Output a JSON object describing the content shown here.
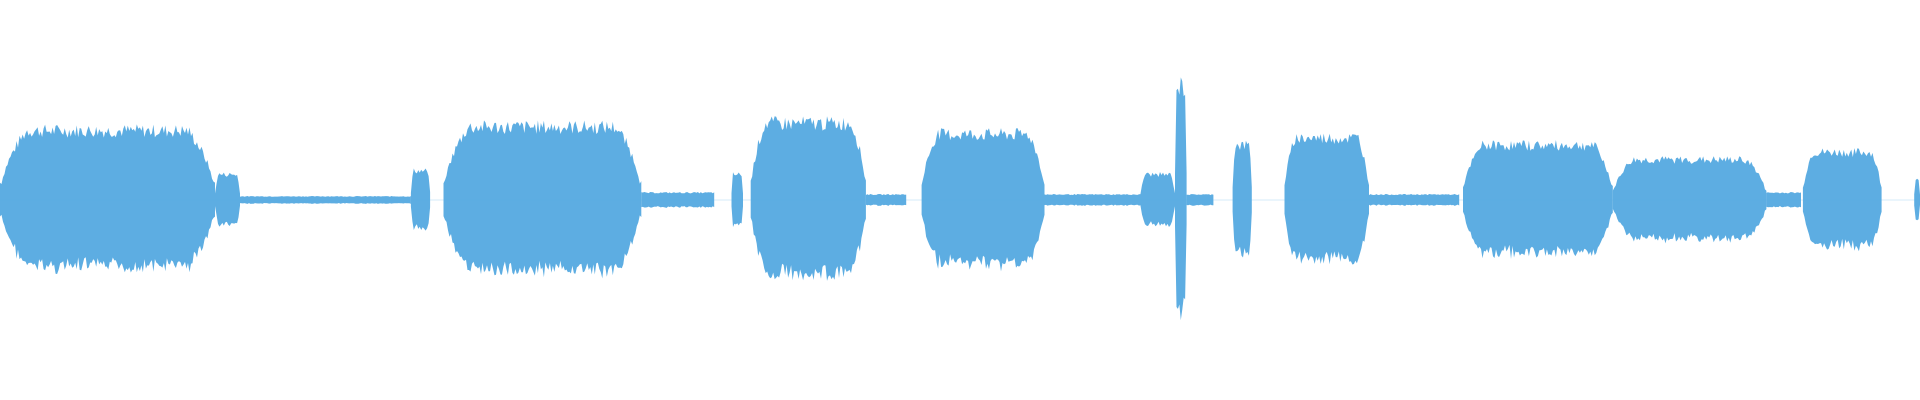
{
  "waveform": {
    "color": "#5dade2",
    "segments": [
      {
        "start": 0.0,
        "end": 0.112,
        "level": 0.38
      },
      {
        "start": 0.112,
        "end": 0.125,
        "level": 0.14
      },
      {
        "start": 0.125,
        "end": 0.214,
        "level": 0.02
      },
      {
        "start": 0.214,
        "end": 0.224,
        "level": 0.16
      },
      {
        "start": 0.231,
        "end": 0.334,
        "level": 0.4
      },
      {
        "start": 0.334,
        "end": 0.372,
        "level": 0.04
      },
      {
        "start": 0.381,
        "end": 0.387,
        "level": 0.14
      },
      {
        "start": 0.391,
        "end": 0.451,
        "level": 0.42
      },
      {
        "start": 0.451,
        "end": 0.472,
        "level": 0.03
      },
      {
        "start": 0.48,
        "end": 0.544,
        "level": 0.36
      },
      {
        "start": 0.544,
        "end": 0.594,
        "level": 0.03
      },
      {
        "start": 0.594,
        "end": 0.612,
        "level": 0.14
      },
      {
        "start": 0.612,
        "end": 0.618,
        "level": 0.62
      },
      {
        "start": 0.618,
        "end": 0.632,
        "level": 0.03
      },
      {
        "start": 0.642,
        "end": 0.652,
        "level": 0.3
      },
      {
        "start": 0.669,
        "end": 0.713,
        "level": 0.34
      },
      {
        "start": 0.713,
        "end": 0.76,
        "level": 0.03
      },
      {
        "start": 0.762,
        "end": 0.84,
        "level": 0.3
      },
      {
        "start": 0.84,
        "end": 0.92,
        "level": 0.22
      },
      {
        "start": 0.92,
        "end": 0.938,
        "level": 0.04
      },
      {
        "start": 0.939,
        "end": 0.98,
        "level": 0.26
      },
      {
        "start": 0.997,
        "end": 1.0,
        "level": 0.12
      }
    ]
  }
}
